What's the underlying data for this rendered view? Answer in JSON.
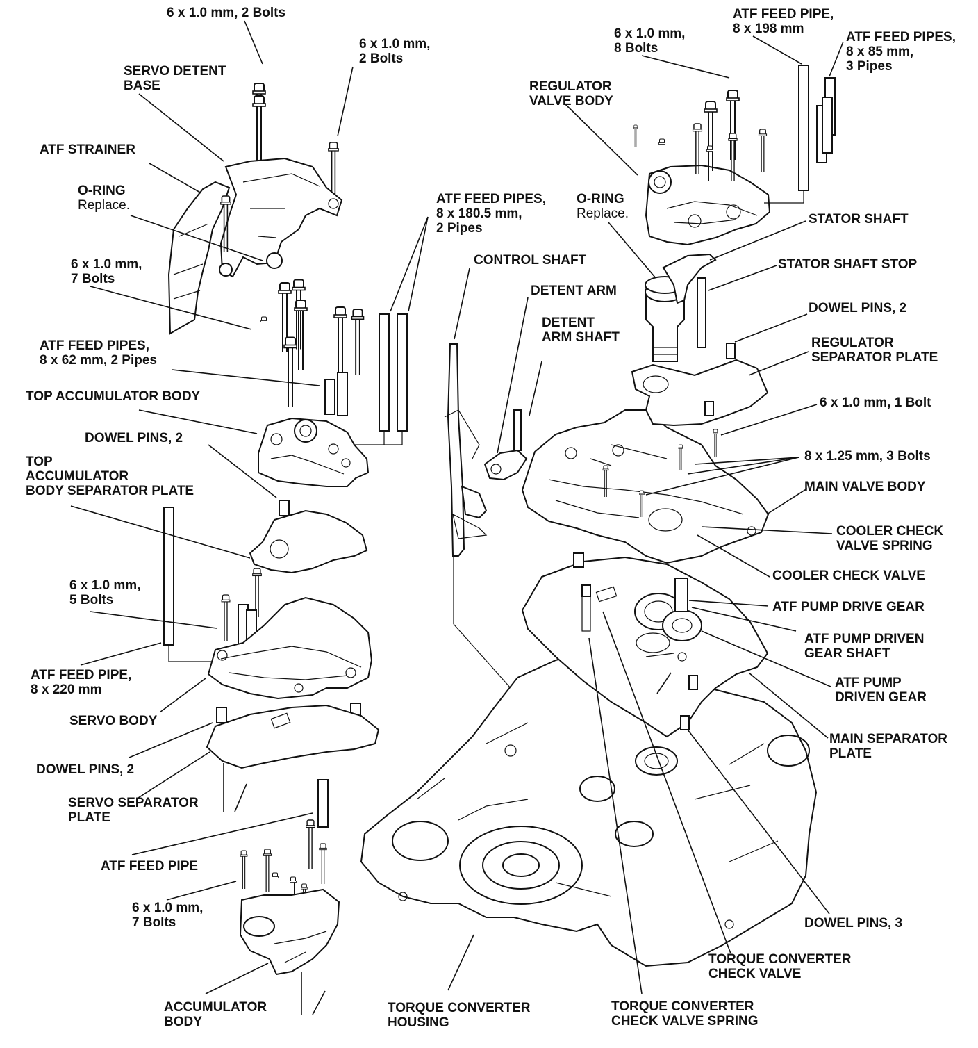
{
  "diagram": {
    "colors": {
      "ink": "#111111",
      "paper": "#ffffff"
    },
    "labels": {
      "bolts_6x1_2": [
        "6 x 1.0 mm, 2 Bolts"
      ],
      "bolts_6x1_2b": [
        "6 x 1.0 mm,",
        "2 Bolts"
      ],
      "servo_detent_base": [
        "SERVO DETENT",
        "BASE"
      ],
      "atf_strainer": [
        "ATF STRAINER"
      ],
      "o_ring_left": [
        "O-RING"
      ],
      "o_ring_left_note": "Replace.",
      "bolts_6x1_7": [
        "6 x 1.0 mm,",
        "7 Bolts"
      ],
      "atf_feed_pipes_62": [
        "ATF FEED PIPES,",
        "8 x 62 mm, 2 Pipes"
      ],
      "top_accumulator_body": [
        "TOP ACCUMULATOR BODY"
      ],
      "dowel_pins_2_top": [
        "DOWEL PINS, 2"
      ],
      "top_acc_sep_plate": [
        "TOP",
        "ACCUMULATOR",
        "BODY SEPARATOR PLATE"
      ],
      "bolts_6x1_5": [
        "6 x 1.0 mm,",
        "5 Bolts"
      ],
      "atf_feed_pipe_220": [
        "ATF FEED PIPE,",
        "8 x 220 mm"
      ],
      "servo_body": [
        "SERVO BODY"
      ],
      "dowel_pins_2_servo": [
        "DOWEL PINS, 2"
      ],
      "servo_sep_plate": [
        "SERVO SEPARATOR",
        "PLATE"
      ],
      "atf_feed_pipe": [
        "ATF FEED PIPE"
      ],
      "bolts_6x1_7b": [
        "6 x 1.0 mm,",
        "7 Bolts"
      ],
      "accumulator_body": [
        "ACCUMULATOR",
        "BODY"
      ],
      "atf_feed_pipes_180": [
        "ATF FEED PIPES,",
        "8 x 180.5 mm,",
        "2 Pipes"
      ],
      "control_shaft": [
        "CONTROL SHAFT"
      ],
      "detent_arm": [
        "DETENT ARM"
      ],
      "detent_arm_shaft": [
        "DETENT",
        "ARM SHAFT"
      ],
      "torque_converter_housing": [
        "TORQUE CONVERTER",
        "HOUSING"
      ],
      "tc_check_valve_spring": [
        "TORQUE CONVERTER",
        "CHECK VALVE SPRING"
      ],
      "tc_check_valve": [
        "TORQUE CONVERTER",
        "CHECK VALVE"
      ],
      "dowel_pins_3": [
        "DOWEL PINS, 3"
      ],
      "main_sep_plate": [
        "MAIN SEPARATOR",
        "PLATE"
      ],
      "atf_pump_driven_gear": [
        "ATF PUMP",
        "DRIVEN GEAR"
      ],
      "atf_pump_driven_gear_shaft": [
        "ATF PUMP DRIVEN",
        "GEAR SHAFT"
      ],
      "atf_pump_drive_gear": [
        "ATF PUMP DRIVE GEAR"
      ],
      "cooler_check_valve": [
        "COOLER CHECK VALVE"
      ],
      "cooler_check_valve_spring": [
        "COOLER CHECK",
        "VALVE SPRING"
      ],
      "main_valve_body": [
        "MAIN VALVE BODY"
      ],
      "bolts_8x125_3": [
        "8 x 1.25 mm, 3 Bolts"
      ],
      "bolts_6x1_1": [
        "6 x 1.0 mm, 1 Bolt"
      ],
      "regulator_sep_plate": [
        "REGULATOR",
        "SEPARATOR PLATE"
      ],
      "dowel_pins_2_reg": [
        "DOWEL PINS, 2"
      ],
      "stator_shaft_stop": [
        "STATOR SHAFT STOP"
      ],
      "stator_shaft": [
        "STATOR SHAFT"
      ],
      "o_ring_right": [
        "O-RING"
      ],
      "o_ring_right_note": "Replace.",
      "regulator_valve_body": [
        "REGULATOR",
        "VALVE BODY"
      ],
      "bolts_6x1_8": [
        "6 x 1.0 mm,",
        "8 Bolts"
      ],
      "atf_feed_pipe_198": [
        "ATF FEED PIPE,",
        "8 x 198 mm"
      ],
      "atf_feed_pipes_85": [
        "ATF FEED PIPES,",
        "8 x 85 mm,",
        "3 Pipes"
      ]
    }
  }
}
